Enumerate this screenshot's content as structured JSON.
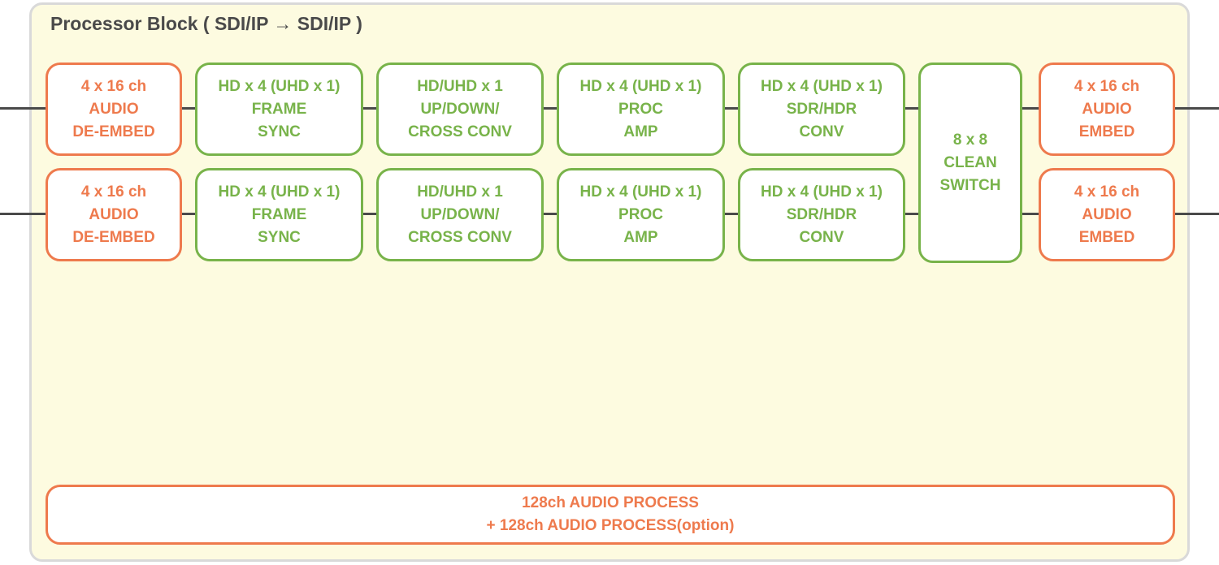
{
  "title": "Processor Block ( SDI/IP → SDI/IP )",
  "colors": {
    "audio": "#ee7a4d",
    "video": "#78b34a",
    "line": "#4a4a4a",
    "panel": "#fdfbe0"
  },
  "row1": {
    "deembed": [
      "4 x 16 ch",
      "AUDIO",
      "DE-EMBED"
    ],
    "frame_sync": [
      "HD x 4 (UHD x 1)",
      "FRAME",
      "SYNC"
    ],
    "conv": [
      "HD/UHD x 1",
      "UP/DOWN/",
      "CROSS CONV"
    ],
    "proc_amp": [
      "HD x 4 (UHD x 1)",
      "PROC",
      "AMP"
    ],
    "sdr_hdr": [
      "HD x 4 (UHD x 1)",
      "SDR/HDR",
      "CONV"
    ],
    "embed": [
      "4 x 16 ch",
      "AUDIO",
      "EMBED"
    ]
  },
  "row2": {
    "deembed": [
      "4 x 16 ch",
      "AUDIO",
      "DE-EMBED"
    ],
    "frame_sync": [
      "HD x 4 (UHD x 1)",
      "FRAME",
      "SYNC"
    ],
    "conv": [
      "HD/UHD x 1",
      "UP/DOWN/",
      "CROSS CONV"
    ],
    "proc_amp": [
      "HD x 4 (UHD x 1)",
      "PROC",
      "AMP"
    ],
    "sdr_hdr": [
      "HD x 4 (UHD x 1)",
      "SDR/HDR",
      "CONV"
    ],
    "embed": [
      "4 x 16 ch",
      "AUDIO",
      "EMBED"
    ]
  },
  "clean_switch": [
    "8 x 8",
    "CLEAN",
    "SWITCH"
  ],
  "audio_process": [
    "128ch AUDIO PROCESS",
    "+ 128ch AUDIO PROCESS(option)"
  ]
}
